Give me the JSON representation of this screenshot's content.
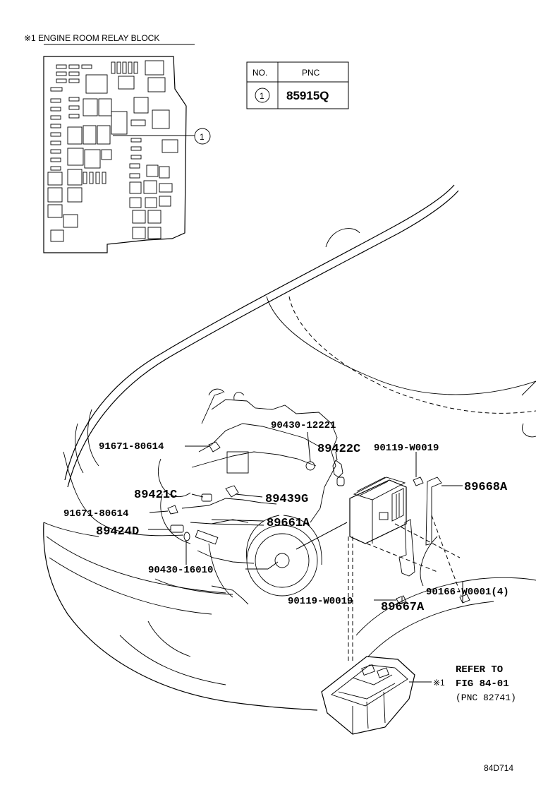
{
  "diagram": {
    "block_title": "※1  ENGINE ROOM RELAY BLOCK",
    "table": {
      "headers": [
        "NO.",
        "PNC"
      ],
      "rows": [
        {
          "no": "1",
          "pnc": "85915Q"
        }
      ]
    },
    "callout_no": "1",
    "parts": {
      "p9043012221": "90430-12221",
      "p9167180614a": "91671-80614",
      "p89422C": "89422C",
      "p90119W0019a": "90119-W0019",
      "p89668A": "89668A",
      "p89421C": "89421C",
      "p89439G": "89439G",
      "p9167180614b": "91671-80614",
      "p89661A": "89661A",
      "p89424D": "89424D",
      "p9043016010": "90430-16010",
      "p90119W0019b": "90119-W0019",
      "p9016W0001": "90166-W0001(4)",
      "p89667A": "89667A"
    },
    "refer": {
      "line1": "REFER TO",
      "marker": "※1",
      "line2": "FIG 84-01",
      "line3": "(PNC 82741)"
    },
    "figure_code": "84D714"
  }
}
